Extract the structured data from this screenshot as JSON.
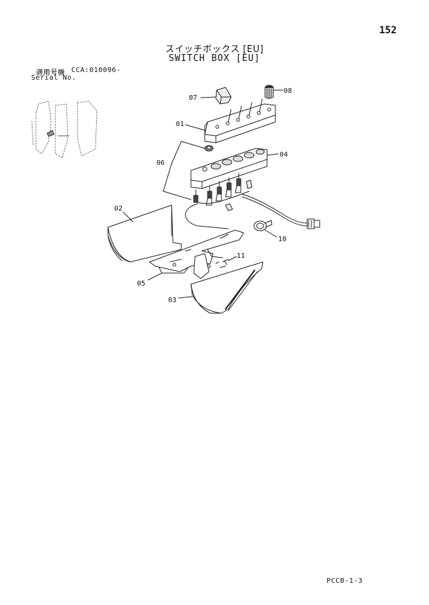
{
  "page_number": "152",
  "title_jp": "スイッチボックス [EU]",
  "title_en": "SWITCH BOX [EU]",
  "serial": {
    "label_jp": "適用号機",
    "label_en": "Serial No.",
    "value": "CCA:010096-"
  },
  "callouts": [
    "07",
    "08",
    "01",
    "04",
    "06",
    "02",
    "10",
    "11",
    "05",
    "03"
  ],
  "footer_code": "PCCB-1-3"
}
